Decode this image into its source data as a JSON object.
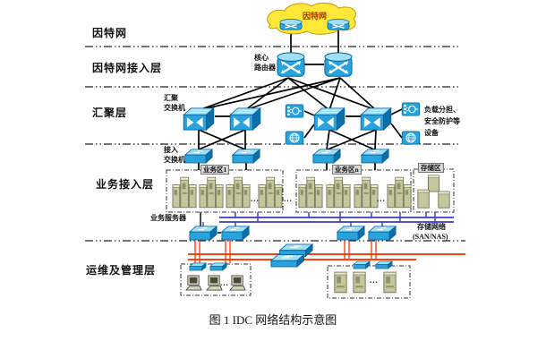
{
  "figure_caption": "图 1  IDC 网络结构示意图",
  "layer_labels": {
    "internet": "因特网",
    "internet_access": "因特网接入层",
    "aggregation": "汇聚层",
    "service_access": "业务接入层",
    "ops_management": "运维及管理层"
  },
  "cloud_label": "因特网",
  "device_labels": {
    "core_router_l1": "核心",
    "core_router_l2": "路由器",
    "agg_switch_l1": "汇聚",
    "agg_switch_l2": "交换机",
    "access_switch_l1": "接入",
    "access_switch_l2": "交换机",
    "lb_l1": "负载分担、",
    "lb_l2": "安全防护等",
    "lb_l3": "设备",
    "service_servers": "业务服务器",
    "storage_net_l1": "存储网络",
    "storage_net_l2": "(SAN/NAS)"
  },
  "zone_labels": {
    "service_zone_1": "业务区1",
    "service_zone_n": "业务区n",
    "storage_zone": "存储区"
  },
  "ellipsis": "...",
  "colors": {
    "cloud_fill": "#FFE838",
    "device_blue": "#29A3DD",
    "storage_net_line": "#3A3AC8",
    "mgmt_net_line": "#FF4010",
    "server_beige": "#C6C69C"
  }
}
